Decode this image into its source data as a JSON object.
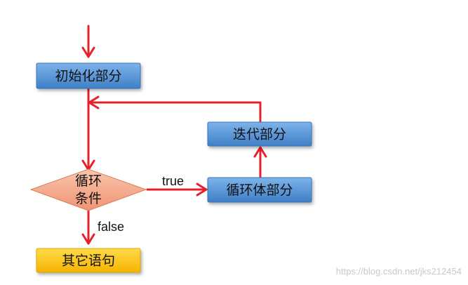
{
  "nodes": {
    "init": {
      "label": "初始化部分"
    },
    "condition": {
      "line1": "循环",
      "line2": "条件"
    },
    "body": {
      "label": "循环体部分"
    },
    "iterate": {
      "label": "迭代部分"
    },
    "other": {
      "label": "其它语句"
    }
  },
  "edges": {
    "true_label": "true",
    "false_label": "false"
  },
  "watermark": "https://blog.csdn.net/jks212454",
  "colors": {
    "arrow": "#e8202a",
    "blue_box": "#4f8fd3",
    "diamond": "#f4a98a",
    "yellow_box": "#ffc000"
  }
}
